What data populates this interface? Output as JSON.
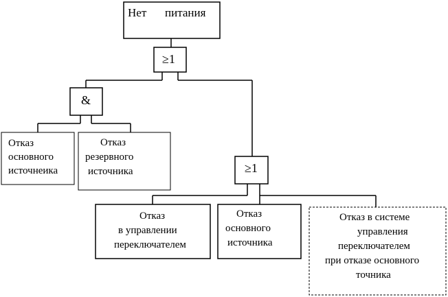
{
  "top_event": {
    "word1": "Нет",
    "word2": "питания"
  },
  "gates": {
    "top_or": "≥1",
    "and": "&",
    "lower_or": "≥1"
  },
  "events": {
    "main_source_fail": [
      "Отказ",
      "основного",
      "источнеика"
    ],
    "reserve_source_fail": [
      "Отказ",
      "резервного",
      "источника"
    ],
    "switch_control_fail": [
      "Отказ",
      "в управлении",
      "переключателем"
    ],
    "main_source_fail_2": [
      "Отказ",
      "основного",
      "источника"
    ],
    "switch_system_fail": [
      "Отказ в системе",
      "управления",
      "переключателем",
      "при отказе основного",
      "точника"
    ]
  }
}
